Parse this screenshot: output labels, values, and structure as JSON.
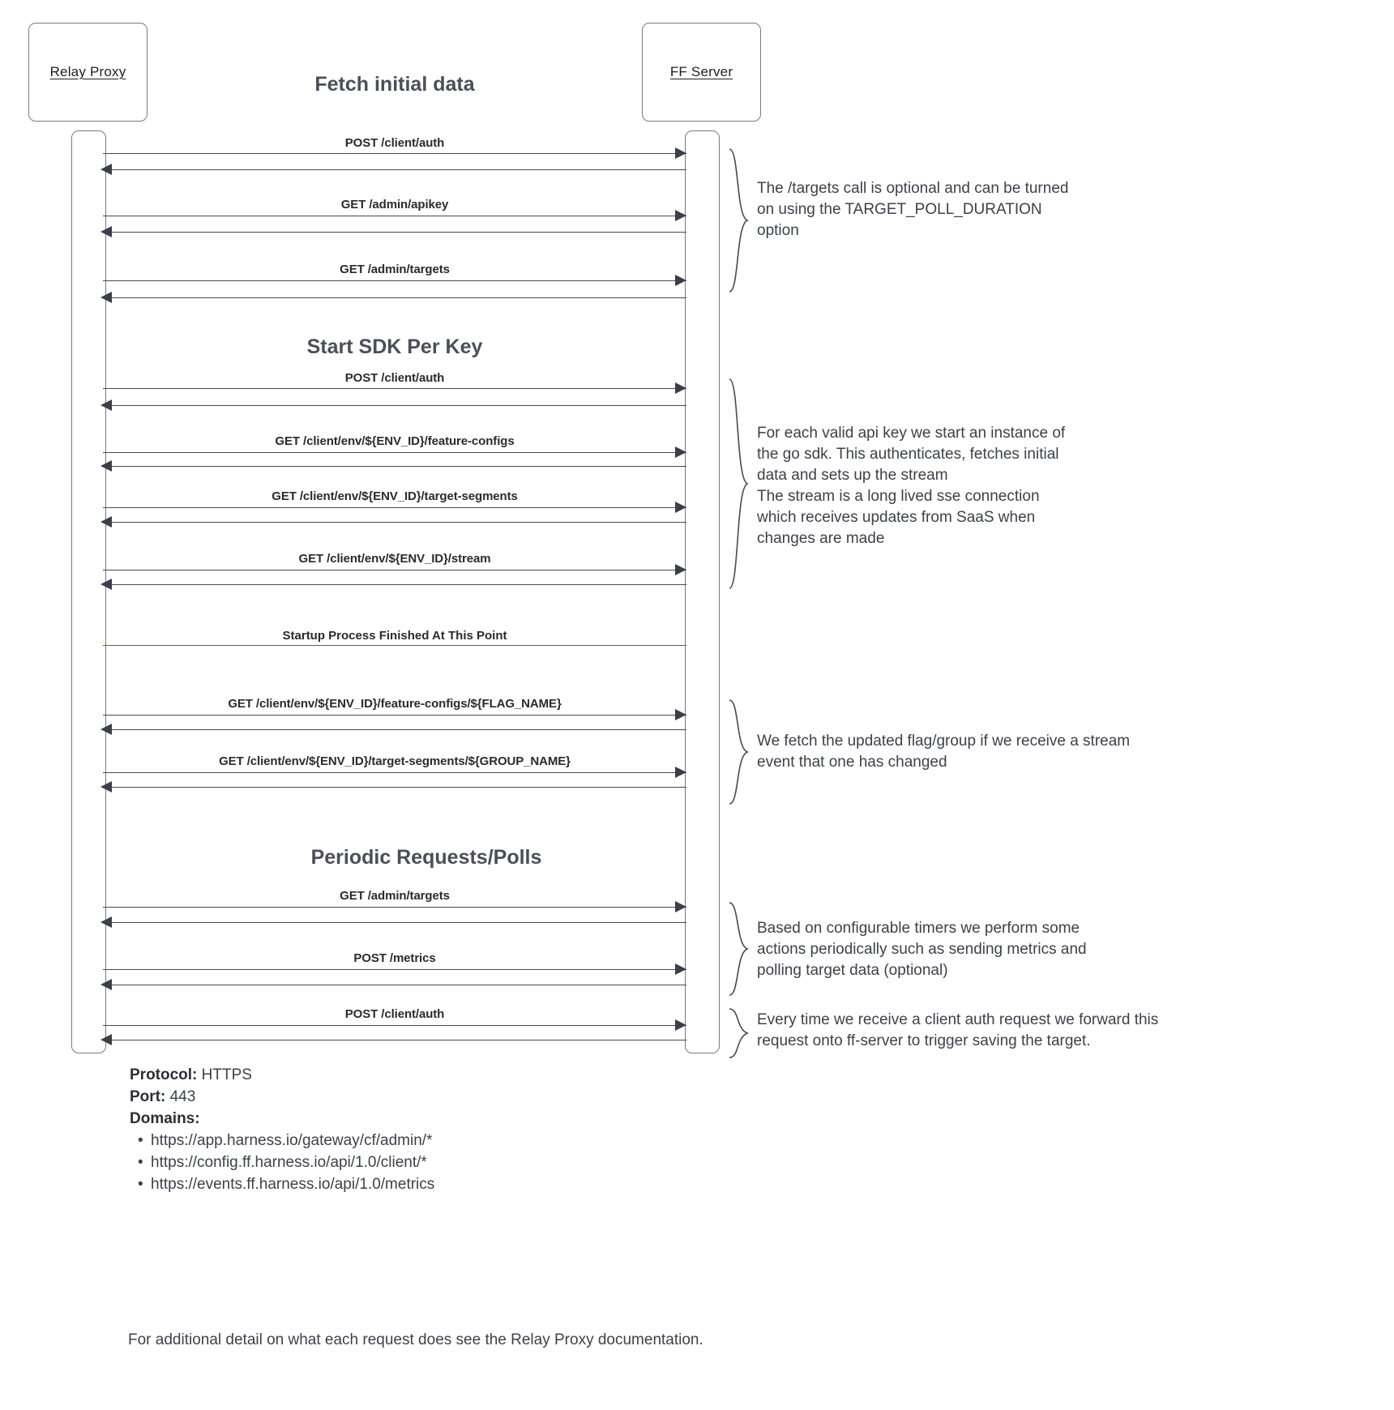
{
  "diagram": {
    "type": "sequence-diagram",
    "participants": [
      {
        "name": "relay-proxy",
        "label": "Relay Proxy"
      },
      {
        "name": "ff-server",
        "label": "FF Server"
      }
    ],
    "sections": [
      {
        "name": "fetch-initial-data",
        "title": "Fetch initial data"
      },
      {
        "name": "start-sdk-per-key",
        "title": "Start SDK Per Key"
      },
      {
        "name": "periodic-requests",
        "title": "Periodic Requests/Polls"
      }
    ],
    "divider": {
      "label": "Startup Process Finished At This Point",
      "color": "#c0392b"
    },
    "messages": [
      {
        "id": "m1",
        "label": "POST /client/auth",
        "direction": "request"
      },
      {
        "id": "m2",
        "label": "GET /admin/apikey",
        "direction": "request"
      },
      {
        "id": "m3",
        "label": "GET /admin/targets",
        "direction": "request"
      },
      {
        "id": "m4",
        "label": "POST /client/auth",
        "direction": "request"
      },
      {
        "id": "m5",
        "label": "GET /client/env/${ENV_ID}/feature-configs",
        "direction": "request"
      },
      {
        "id": "m6",
        "label": "GET /client/env/${ENV_ID}/target-segments",
        "direction": "request"
      },
      {
        "id": "m7",
        "label": "GET /client/env/${ENV_ID}/stream",
        "direction": "request"
      },
      {
        "id": "m8",
        "label": "GET /client/env/${ENV_ID}/feature-configs/${FLAG_NAME}",
        "direction": "request"
      },
      {
        "id": "m9",
        "label": "GET /client/env/${ENV_ID}/target-segments/${GROUP_NAME}",
        "direction": "request"
      },
      {
        "id": "m10",
        "label": "GET /admin/targets",
        "direction": "request"
      },
      {
        "id": "m11",
        "label": "POST /metrics",
        "direction": "request"
      },
      {
        "id": "m12",
        "label": "POST /client/auth",
        "direction": "request"
      }
    ],
    "notes": [
      {
        "id": "n1",
        "text": "The /targets call is optional and can be turned\non using the TARGET_POLL_DURATION\noption"
      },
      {
        "id": "n2",
        "text": "For each valid api key we start an instance of\nthe go sdk. This authenticates, fetches initial\ndata and sets up the stream\nThe stream is a long lived sse connection\nwhich receives updates from SaaS when\nchanges are made"
      },
      {
        "id": "n3",
        "text": "We fetch the updated flag/group if we receive a stream\nevent that one has changed"
      },
      {
        "id": "n4",
        "text": "Based on configurable timers we perform some\nactions periodically such as sending metrics and\npolling target data (optional)"
      },
      {
        "id": "n5",
        "text": "Every time we receive a client auth request we forward this\nrequest onto ff-server to trigger saving the target."
      }
    ]
  },
  "footer": {
    "protocol_key": "Protocol:",
    "protocol_value": "HTTPS",
    "port_key": "Port:",
    "port_value": "443",
    "domains_key": "Domains:",
    "domains": [
      "https://app.harness.io/gateway/cf/admin/*",
      "https://config.ff.harness.io/api/1.0/client/*",
      "https://events.ff.harness.io/api/1.0/metrics"
    ],
    "closing_note": "For additional detail on what each request does see the Relay Proxy documentation."
  }
}
